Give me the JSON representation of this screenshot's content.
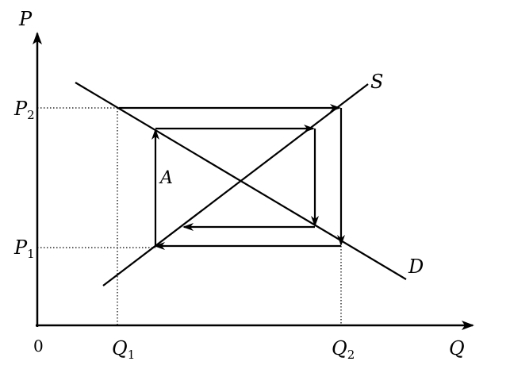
{
  "diagram": {
    "axes": {
      "y_label": "P",
      "x_label": "Q",
      "origin_label": "0"
    },
    "price_labels": [
      {
        "base": "P",
        "sub": "2"
      },
      {
        "base": "P",
        "sub": "1"
      }
    ],
    "quantity_labels": [
      {
        "base": "Q",
        "sub": "1"
      },
      {
        "base": "Q",
        "sub": "2"
      }
    ],
    "curves": {
      "supply_label": "S",
      "demand_label": "D"
    },
    "point_label": "A",
    "colors": {
      "ink": "#000000",
      "background": "#ffffff"
    }
  }
}
